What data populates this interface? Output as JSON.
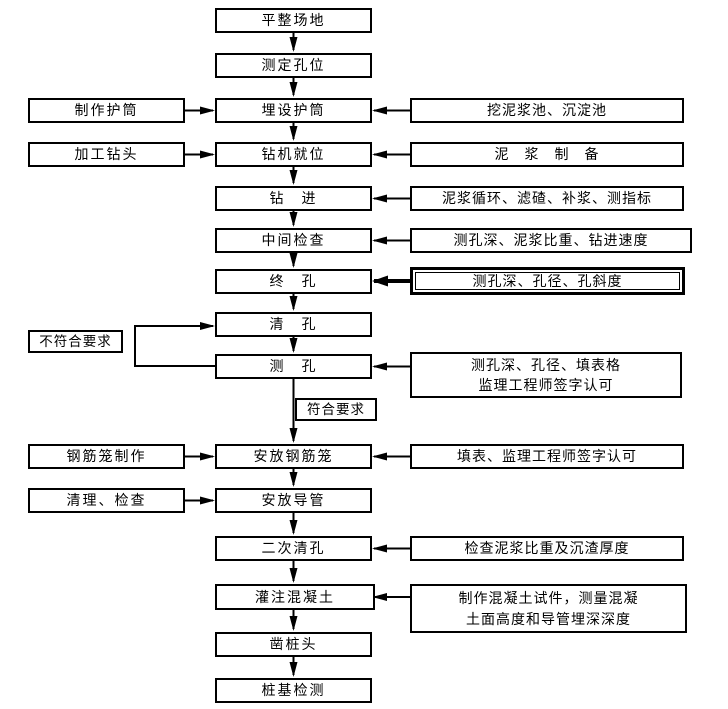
{
  "colors": {
    "ink": "#000000",
    "paper": "#ffffff"
  },
  "flow": {
    "main": [
      "平整场地",
      "测定孔位",
      "埋设护筒",
      "钻机就位",
      "钻　进",
      "中间检查",
      "终　孔",
      "清　孔",
      "测　孔",
      "安放钢筋笼",
      "安放导管",
      "二次清孔",
      "灌注混凝土",
      "凿桩头",
      "桩基检测"
    ],
    "left": [
      "制作护筒",
      "加工钻头",
      "钢筋笼制作",
      "清理、检查"
    ],
    "right": [
      "挖泥浆池、沉淀池",
      "泥　浆　制　备",
      "泥浆循环、滤碴、补浆、测指标",
      "测孔深、泥浆比重、钻进速度",
      "测孔深、孔径、孔斜度",
      "测孔深、孔径、填表格\n监理工程师签字认可",
      "填表、监理工程师签字认可",
      "检查泥浆比重及沉渣厚度",
      "制作混凝土试件，测量混凝\n土面高度和导管埋深深度"
    ],
    "labels": {
      "pass": "符合要求",
      "fail": "不符合要求"
    }
  }
}
